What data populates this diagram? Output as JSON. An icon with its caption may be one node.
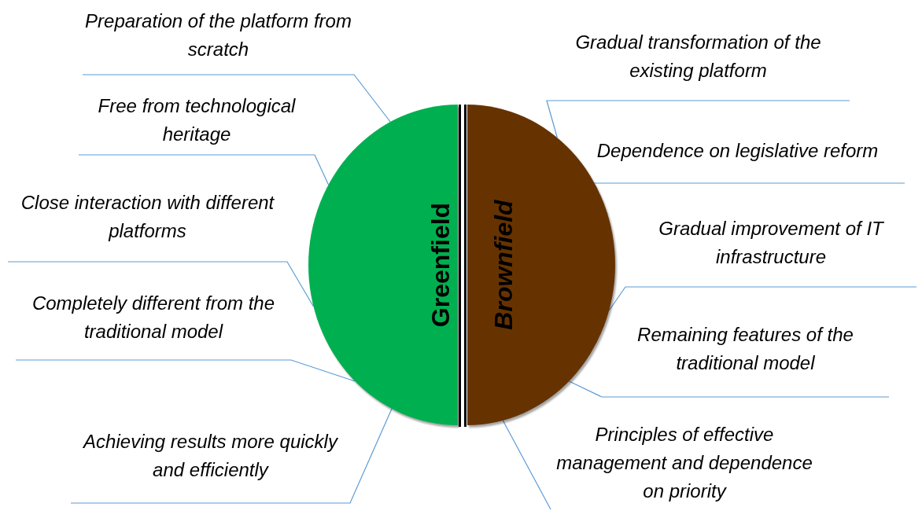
{
  "diagram": {
    "nodes": [
      {
        "text": [
          "Greenfield"
        ]
      },
      {
        "text": [
          "Brownfield"
        ]
      },
      {
        "text": [
          "Preparation of the platform from scratch"
        ]
      },
      {
        "text": [
          "Free from technological heritage"
        ]
      },
      {
        "text": [
          "Close interaction with different platforms"
        ]
      },
      {
        "text": [
          "Completely different from the traditional model"
        ]
      },
      {
        "text": [
          "Achieving results more quickly and efficiently"
        ]
      },
      {
        "text": [
          "Gradual transformation of the existing platform"
        ]
      },
      {
        "text": [
          "Dependence on legislative reform"
        ]
      },
      {
        "text": [
          "Gradual improvement of IT infrastructure"
        ]
      },
      {
        "text": [
          "Remaining features of the traditional model"
        ]
      },
      {
        "text": [
          "Principles of effective management and dependence on priority"
        ]
      }
    ],
    "edges": [
      {
        "from": 2,
        "to": 0,
        "arrow": "none"
      },
      {
        "from": 3,
        "to": 0,
        "arrow": "none"
      },
      {
        "from": 4,
        "to": 0,
        "arrow": "none"
      },
      {
        "from": 5,
        "to": 0,
        "arrow": "none"
      },
      {
        "from": 6,
        "to": 0,
        "arrow": "none"
      },
      {
        "from": 7,
        "to": 1,
        "arrow": "none"
      },
      {
        "from": 8,
        "to": 1,
        "arrow": "none"
      },
      {
        "from": 9,
        "to": 1,
        "arrow": "none"
      },
      {
        "from": 10,
        "to": 1,
        "arrow": "none"
      },
      {
        "from": 11,
        "to": 1,
        "arrow": "none"
      }
    ]
  }
}
